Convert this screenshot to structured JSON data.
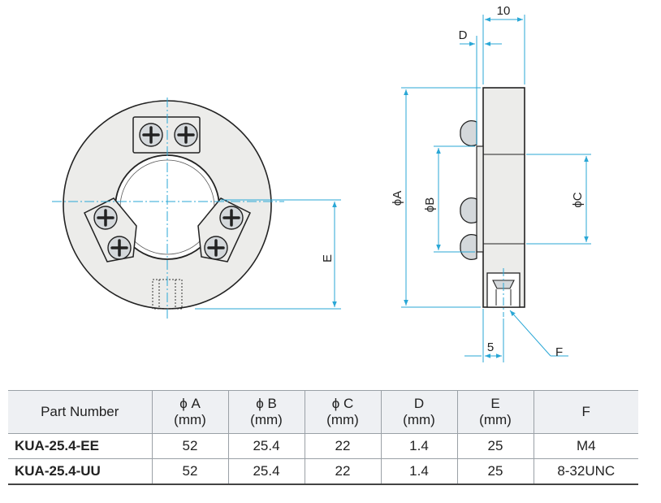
{
  "drawing": {
    "front_labels": {
      "e": "E"
    },
    "side_labels": {
      "width": "10",
      "d": "D",
      "a": "ϕA",
      "b": "ϕB",
      "c": "ϕC",
      "five": "5",
      "f": "F"
    },
    "colors": {
      "line": "#222222",
      "dimension": "#2aa7d6",
      "body": "#ececea",
      "screw": "#d4d8db"
    }
  },
  "table": {
    "headers": [
      {
        "line1": "Part Number",
        "line2": ""
      },
      {
        "line1": "ϕ A",
        "line2": "(mm)"
      },
      {
        "line1": "ϕ B",
        "line2": "(mm)"
      },
      {
        "line1": "ϕ C",
        "line2": "(mm)"
      },
      {
        "line1": "D",
        "line2": "(mm)"
      },
      {
        "line1": "E",
        "line2": "(mm)"
      },
      {
        "line1": "F",
        "line2": ""
      }
    ],
    "rows": [
      {
        "part": "KUA-25.4-EE",
        "a": "52",
        "b": "25.4",
        "c": "22",
        "d": "1.4",
        "e": "25",
        "f": "M4"
      },
      {
        "part": "KUA-25.4-UU",
        "a": "52",
        "b": "25.4",
        "c": "22",
        "d": "1.4",
        "e": "25",
        "f": "8-32UNC"
      }
    ]
  }
}
